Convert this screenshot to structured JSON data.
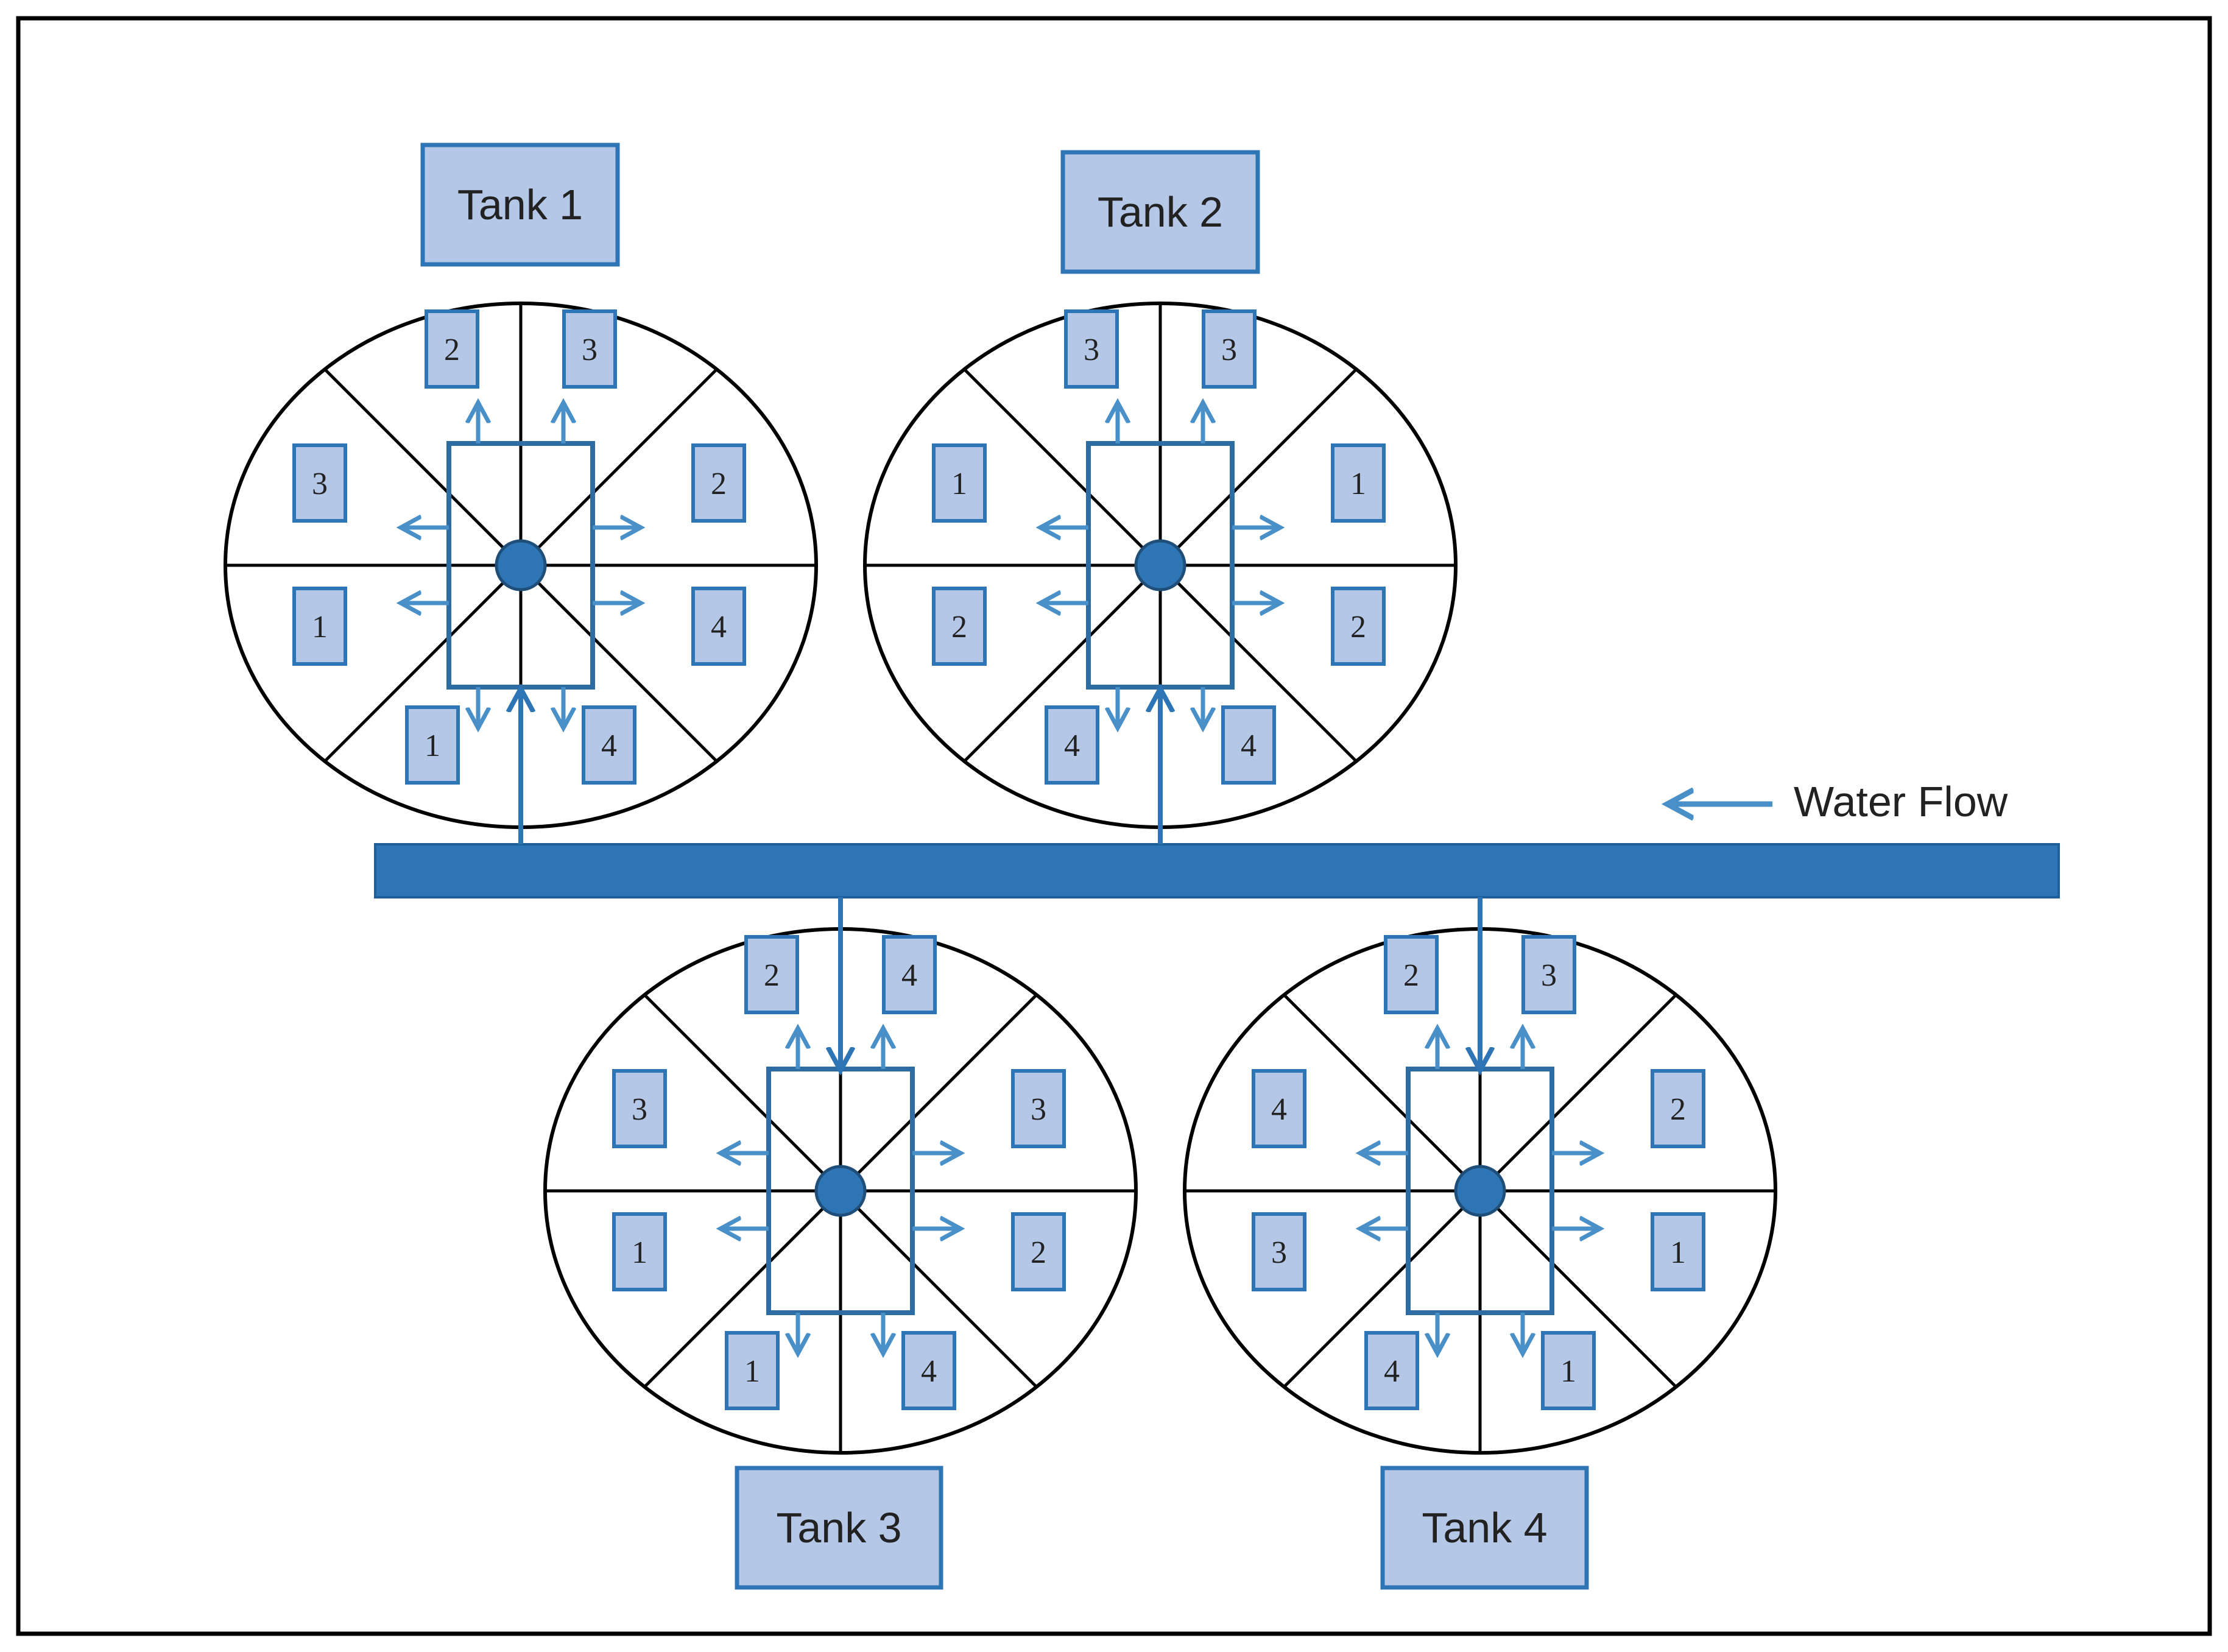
{
  "legend": {
    "label": "Water Flow",
    "arrow_icon": "arrow-left-icon"
  },
  "colors": {
    "box_fill": "#b4c7e7",
    "box_stroke": "#2e75b6",
    "pipe": "#2e75b6",
    "arrow": "#4a90c8",
    "outline": "#000000"
  },
  "tanks": [
    {
      "label": "Tank 1",
      "position": "top-left",
      "inlet": "from-pipe-below",
      "sectors": [
        "2",
        "3",
        "2",
        "4",
        "4",
        "1",
        "1",
        "3"
      ]
    },
    {
      "label": "Tank 2",
      "position": "top-right",
      "inlet": "from-pipe-below",
      "sectors": [
        "3",
        "3",
        "1",
        "2",
        "4",
        "4",
        "2",
        "1"
      ]
    },
    {
      "label": "Tank 3",
      "position": "bottom-left",
      "inlet": "from-pipe-above",
      "sectors": [
        "2",
        "4",
        "3",
        "2",
        "4",
        "1",
        "1",
        "3"
      ]
    },
    {
      "label": "Tank 4",
      "position": "bottom-right",
      "inlet": "from-pipe-above",
      "sectors": [
        "2",
        "3",
        "2",
        "1",
        "1",
        "4",
        "3",
        "4"
      ]
    }
  ]
}
